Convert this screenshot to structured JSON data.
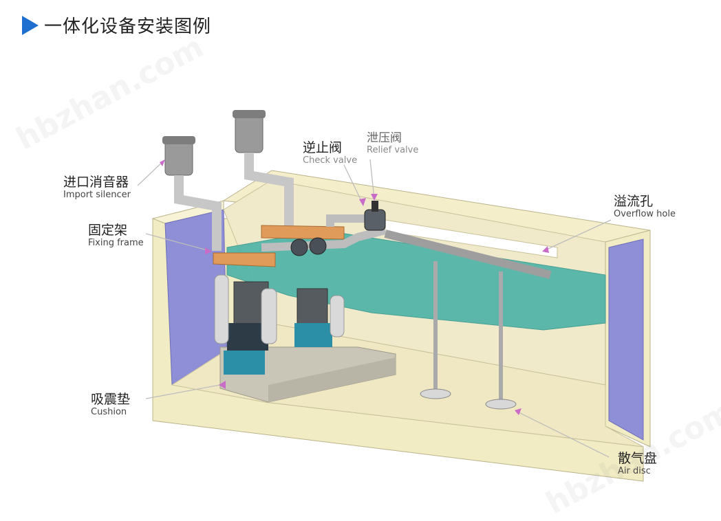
{
  "title": "一体化设备安装图例",
  "labels": {
    "import_silencer": {
      "zh": "进口消音器",
      "en": "Import  silencer"
    },
    "fixing_frame": {
      "zh": "固定架",
      "en": "Fixing  frame"
    },
    "check_valve": {
      "zh": "逆止阀",
      "en": "Check valve"
    },
    "relief_valve": {
      "zh": "泄压阀",
      "en": "Relief valve"
    },
    "overflow_hole": {
      "zh": "溢流孔",
      "en": "Overflow  hole"
    },
    "cushion": {
      "zh": "吸震垫",
      "en": "Cushion"
    },
    "air_disc": {
      "zh": "散气盘",
      "en": "Air  disc"
    }
  },
  "watermark": "hbzhan.com",
  "colors": {
    "accent": "#1f6fd1",
    "concrete": "#f2ecc4",
    "water": "#4fb3a8",
    "wall_inner": "#8e8fd6",
    "pointer": "#c86cc8"
  }
}
